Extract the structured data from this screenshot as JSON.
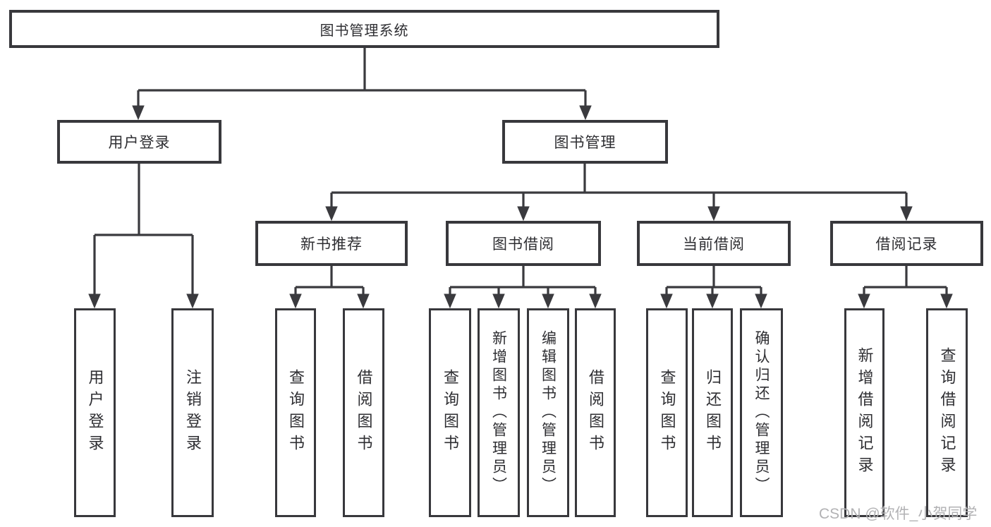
{
  "tree": {
    "label": "图书管理系统",
    "children": [
      {
        "label": "用户登录",
        "children": [
          {
            "label": "用户登录"
          },
          {
            "label": "注销登录"
          }
        ]
      },
      {
        "label": "图书管理",
        "children": [
          {
            "label": "新书推荐",
            "children": [
              {
                "label": "查询图书"
              },
              {
                "label": "借阅图书"
              }
            ]
          },
          {
            "label": "图书借阅",
            "children": [
              {
                "label": "查询图书"
              },
              {
                "label": "新增图书（管理员）"
              },
              {
                "label": "编辑图书（管理员）"
              },
              {
                "label": "借阅图书"
              }
            ]
          },
          {
            "label": "当前借阅",
            "children": [
              {
                "label": "查询图书"
              },
              {
                "label": "归还图书"
              },
              {
                "label": "确认归还（管理员）"
              }
            ]
          },
          {
            "label": "借阅记录",
            "children": [
              {
                "label": "新增借阅记录"
              },
              {
                "label": "查询借阅记录"
              }
            ]
          }
        ]
      }
    ]
  },
  "watermark": "CSDN @软件_小贺同学",
  "colors": {
    "line": "#3a3a3e",
    "box_border": "#38383c",
    "text": "#2e2e32",
    "watermark": "#b2b2b4",
    "background": "#ffffff"
  }
}
